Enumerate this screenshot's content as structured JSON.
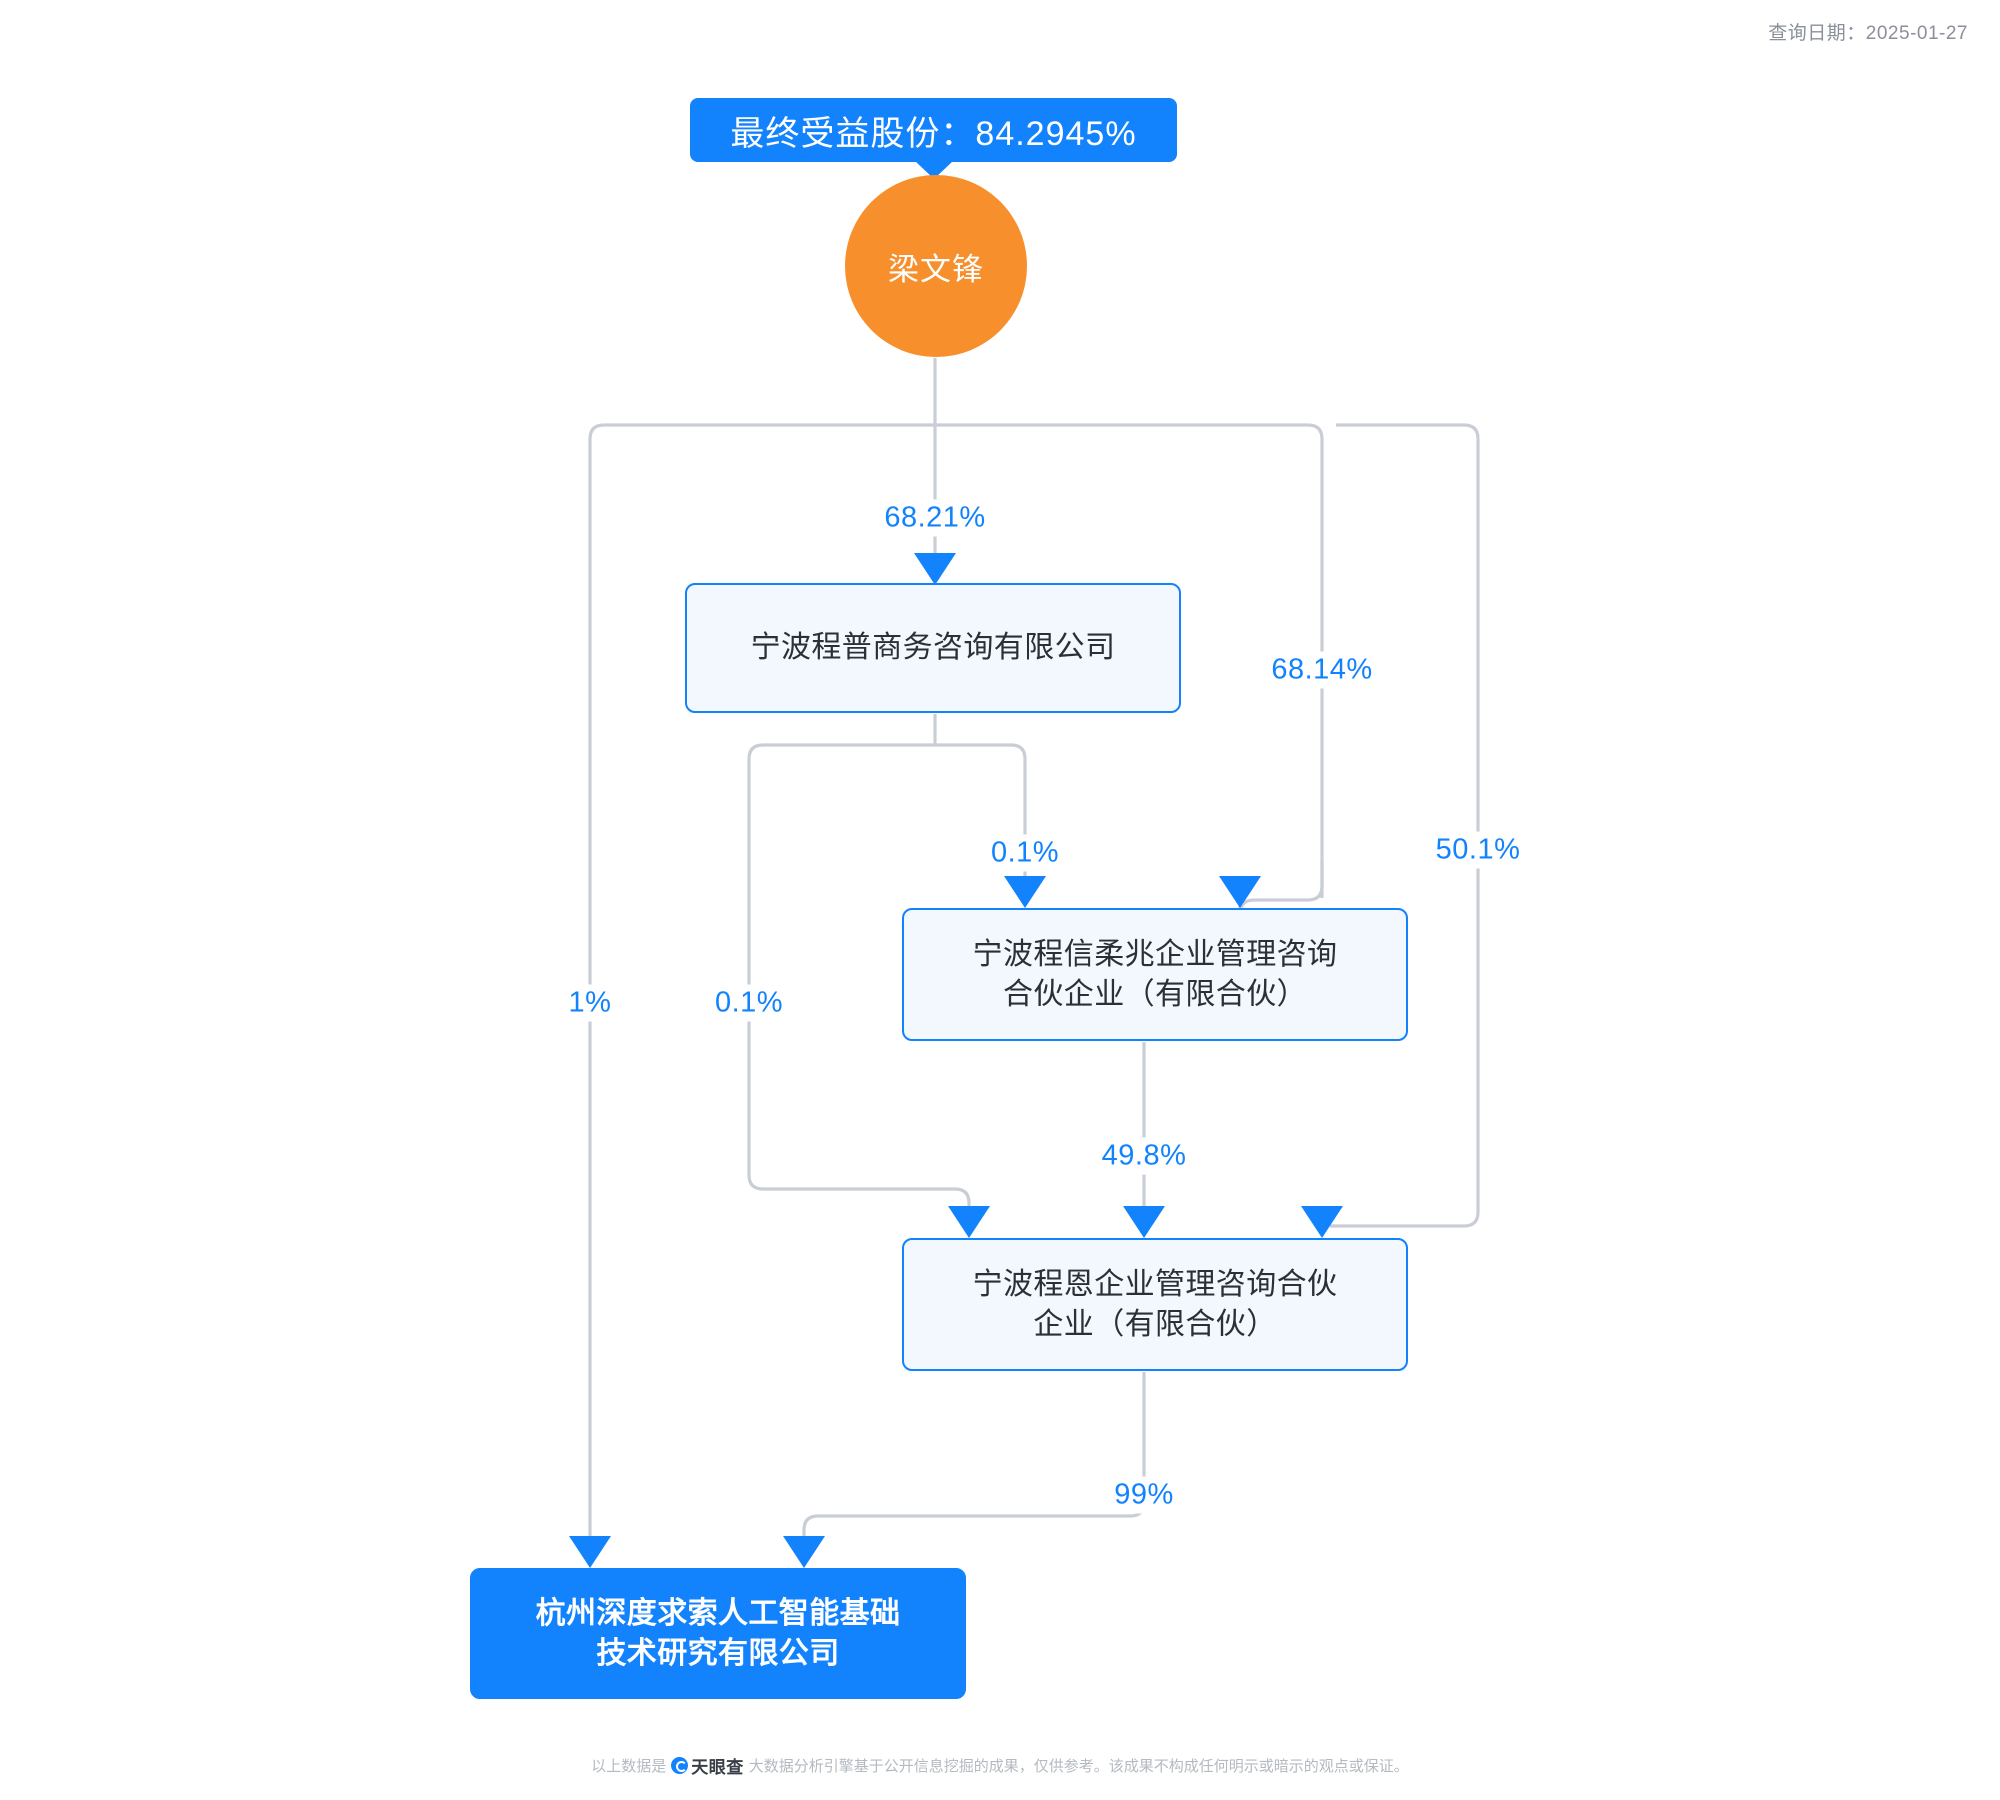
{
  "header": {
    "query_date_label": "查询日期：2025-01-27"
  },
  "banner": {
    "text": "最终受益股份：84.2945%"
  },
  "person": {
    "name": "梁文锋"
  },
  "nodes": {
    "chengpu": "宁波程普商务咨询有限公司",
    "chengxin": "宁波程信柔兆企业管理咨询\n合伙企业（有限合伙）",
    "chengxin_line1": "宁波程信柔兆企业管理咨询",
    "chengxin_line2": "合伙企业（有限合伙）",
    "chengen_line1": "宁波程恩企业管理咨询合伙",
    "chengen_line2": "企业（有限合伙）",
    "deepseek_line1": "杭州深度求索人工智能基础",
    "deepseek_line2": "技术研究有限公司"
  },
  "edges": {
    "liang_to_chengpu": "68.21%",
    "liang_to_chengxin": "68.14%",
    "liang_to_chengen": "50.1%",
    "liang_to_deepseek": "1%",
    "chengpu_to_chengxin": "0.1%",
    "chengpu_to_chengen": "0.1%",
    "chengxin_to_chengen": "49.8%",
    "chengen_to_deepseek": "99%"
  },
  "footer": {
    "prefix": "以上数据是",
    "brand": "天眼查",
    "suffix": "大数据分析引擎基于公开信息挖掘的成果，仅供参考。该成果不构成任何明示或暗示的观点或保证。"
  },
  "colors": {
    "accent": "#1283fd",
    "person": "#f7902c",
    "wire": "#c9ced6",
    "box_fill": "#f2f8fe"
  },
  "chart_data": {
    "type": "diagram",
    "title": "股权结构穿透图",
    "root": "梁文锋",
    "edges": [
      {
        "from": "梁文锋",
        "to": "宁波程普商务咨询有限公司",
        "value": "68.21%"
      },
      {
        "from": "梁文锋",
        "to": "宁波程信柔兆企业管理咨询合伙企业（有限合伙）",
        "value": "68.14%"
      },
      {
        "from": "梁文锋",
        "to": "宁波程恩企业管理咨询合伙企业（有限合伙）",
        "value": "50.1%"
      },
      {
        "from": "梁文锋",
        "to": "杭州深度求索人工智能基础技术研究有限公司",
        "value": "1%"
      },
      {
        "from": "宁波程普商务咨询有限公司",
        "to": "宁波程信柔兆企业管理咨询合伙企业（有限合伙）",
        "value": "0.1%"
      },
      {
        "from": "宁波程普商务咨询有限公司",
        "to": "宁波程恩企业管理咨询合伙企业（有限合伙）",
        "value": "0.1%"
      },
      {
        "from": "宁波程信柔兆企业管理咨询合伙企业（有限合伙）",
        "to": "宁波程恩企业管理咨询合伙企业（有限合伙）",
        "value": "49.8%"
      },
      {
        "from": "宁波程恩企业管理咨询合伙企业（有限合伙）",
        "to": "杭州深度求索人工智能基础技术研究有限公司",
        "value": "99%"
      }
    ],
    "final_benefit_share": "84.2945%"
  }
}
